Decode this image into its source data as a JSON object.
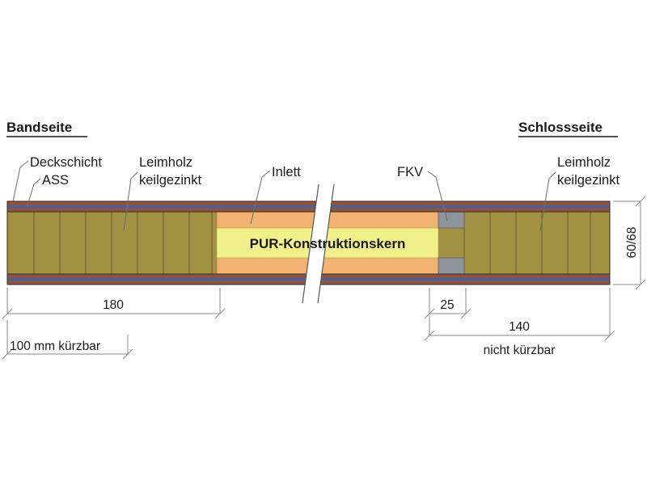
{
  "diagram": {
    "title_left": "Bandseite",
    "title_right": "Schlossseite",
    "core_label": "PUR-Konstruktionskern",
    "callouts": {
      "deckschicht": "Deckschicht",
      "ass": "ASS",
      "leimholz_left_line1": "Leimholz",
      "leimholz_left_line2": "keilgezinkt",
      "inlett": "Inlett",
      "fkv": "FKV",
      "leimholz_right_line1": "Leimholz",
      "leimholz_right_line2": "keilgezinkt"
    },
    "dimensions": {
      "left_width": "180",
      "left_note": "100 mm kürzbar",
      "right_small": "25",
      "right_width": "140",
      "right_note": "nicht kürzbar",
      "thickness": "60/68"
    },
    "colors": {
      "wood": "#a29043",
      "wood_edge": "#6e6228",
      "facing_brown": "#8c5543",
      "ass_blue": "#46609e",
      "inlett_orange": "#f2b272",
      "pur_yellow": "#f2f08a",
      "fkv_gray": "#8d949b",
      "outline": "#3a2a20",
      "dimension": "#8a8a8a",
      "leader": "#6b6b6b",
      "text": "#1a1a1a",
      "background": "#ffffff"
    }
  }
}
